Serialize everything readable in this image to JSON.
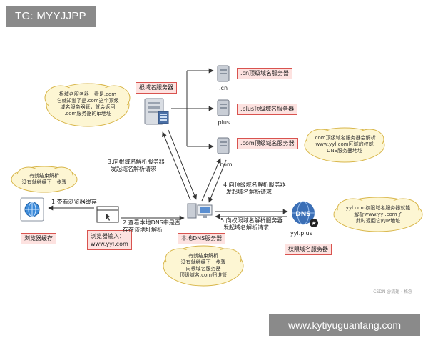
{
  "watermark_top": "TG: MYYJJPP",
  "watermark_bottom": "www.kytiyuguanfang.com",
  "credit": "CSDN @流翅 · 格念",
  "root_server": {
    "label": "根域名服务器",
    "note": [
      "根域名服务器一看是.com",
      "它就知道了是.com这个顶级",
      "域名服务器管，就会返回",
      ".com服务器的ip地址"
    ]
  },
  "tld_servers": [
    {
      "label": ".cn顶级域名服务器",
      "caption": ".cn"
    },
    {
      "label": ".plus顶级域名服务器",
      "caption": ".plus"
    },
    {
      "label": ".com顶级域名服务器",
      "caption": ".com"
    }
  ],
  "tld_note": [
    ".com顶级域名服务器会解析",
    "www.yyl.com区域的权威",
    "DNS服务器地址"
  ],
  "browser_cache": {
    "label": "浏览器缓存",
    "note": [
      "有就结束解析",
      "没有就继续下一步骤"
    ]
  },
  "browser_input": {
    "label": "浏览器输入：",
    "url": "www.yyl.com"
  },
  "local_dns": {
    "label": "本地DNS服务器",
    "note": [
      "有就结束解析",
      "没有就继续下一步骤",
      "向根域名服务器",
      "顶级域名.com归谁管"
    ]
  },
  "auth_server": {
    "label": "权限域名服务器",
    "caption": "yyl.plus",
    "badge": "DNS",
    "note": [
      "yyl.com权限域名服务器就能",
      "解析www.yyl.com了",
      "此时返回它的IP地址"
    ]
  },
  "steps": {
    "s1": "1.查看浏览器缓存",
    "s2": [
      "2.查看本地DNS中是否",
      "存在该地址解析"
    ],
    "s3": [
      "3.向根域名解析服务器",
      "发起域名解析请求"
    ],
    "s4": [
      "4.向顶级域名解析服务器",
      "发起域名解析请求"
    ],
    "s5": [
      "5.向权限域名解析服务器",
      "发起域名解析请求"
    ]
  },
  "colors": {
    "cloud_fill": "#fdf6d3",
    "cloud_stroke": "#d8b64a",
    "label_fill": "#fde2e0",
    "label_stroke": "#d9534f",
    "dns_badge": "#3b6fb6",
    "arrow": "#333333"
  }
}
